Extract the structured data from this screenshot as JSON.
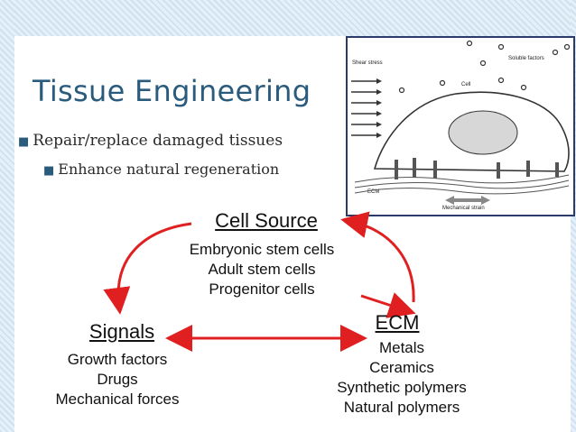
{
  "slide": {
    "title": "Tissue Engineering",
    "bullets": [
      "Repair/replace damaged tissues",
      "Enhance natural regeneration"
    ]
  },
  "figure": {
    "labels": {
      "shear": "Shear stress",
      "soluble": "Soluble factors",
      "cell": "Cell",
      "ecm": "ECM",
      "mech": "Mechanical strain"
    }
  },
  "diagram": {
    "cell_source": {
      "title": "Cell Source",
      "items": [
        "Embryonic stem cells",
        "Adult stem cells",
        "Progenitor cells"
      ]
    },
    "signals": {
      "title": "Signals",
      "items": [
        "Growth factors",
        "Drugs",
        "Mechanical forces"
      ]
    },
    "ecm": {
      "title": "ECM",
      "items": [
        "Metals",
        "Ceramics",
        "Synthetic polymers",
        "Natural polymers"
      ]
    }
  },
  "colors": {
    "title": "#2a5b7d",
    "arrow": "#e02020"
  }
}
